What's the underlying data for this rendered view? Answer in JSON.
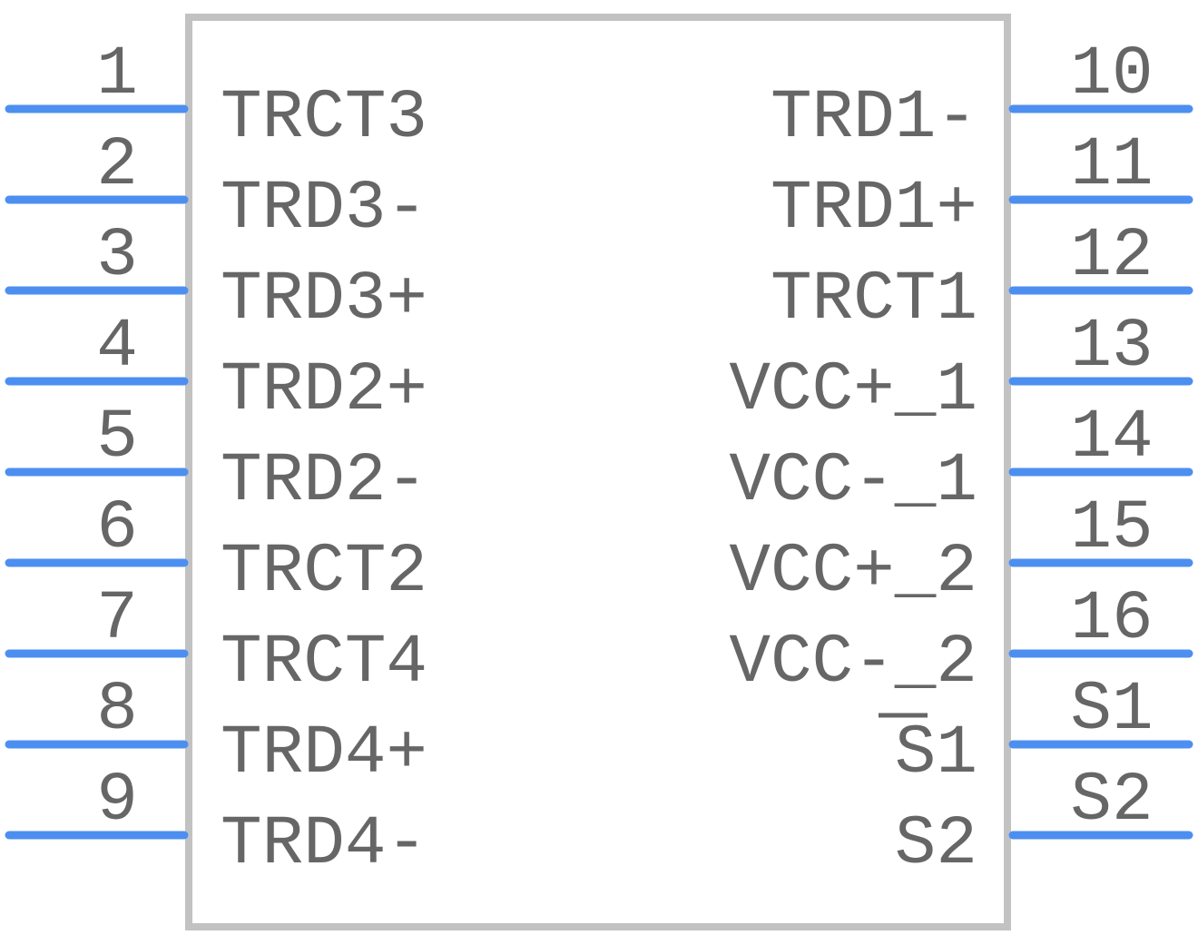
{
  "colors": {
    "pin": "#4d8ff0",
    "body_outline": "#c2c2c2",
    "text": "#666666"
  },
  "left_pins": [
    {
      "number": "1",
      "name": "TRCT3"
    },
    {
      "number": "2",
      "name": "TRD3-"
    },
    {
      "number": "3",
      "name": "TRD3+"
    },
    {
      "number": "4",
      "name": "TRD2+"
    },
    {
      "number": "5",
      "name": "TRD2-"
    },
    {
      "number": "6",
      "name": "TRCT2"
    },
    {
      "number": "7",
      "name": "TRCT4"
    },
    {
      "number": "8",
      "name": "TRD4+"
    },
    {
      "number": "9",
      "name": "TRD4-"
    }
  ],
  "right_pins": [
    {
      "number": "10",
      "name": "TRD1-"
    },
    {
      "number": "11",
      "name": "TRD1+"
    },
    {
      "number": "12",
      "name": "TRCT1"
    },
    {
      "number": "13",
      "name": "VCC+_1"
    },
    {
      "number": "14",
      "name": "VCC-_1"
    },
    {
      "number": "15",
      "name": "VCC+_2"
    },
    {
      "number": "16",
      "name": "VCC-_2"
    },
    {
      "number": "S1",
      "name": "S1"
    },
    {
      "number": "S2",
      "name": "S2"
    }
  ]
}
